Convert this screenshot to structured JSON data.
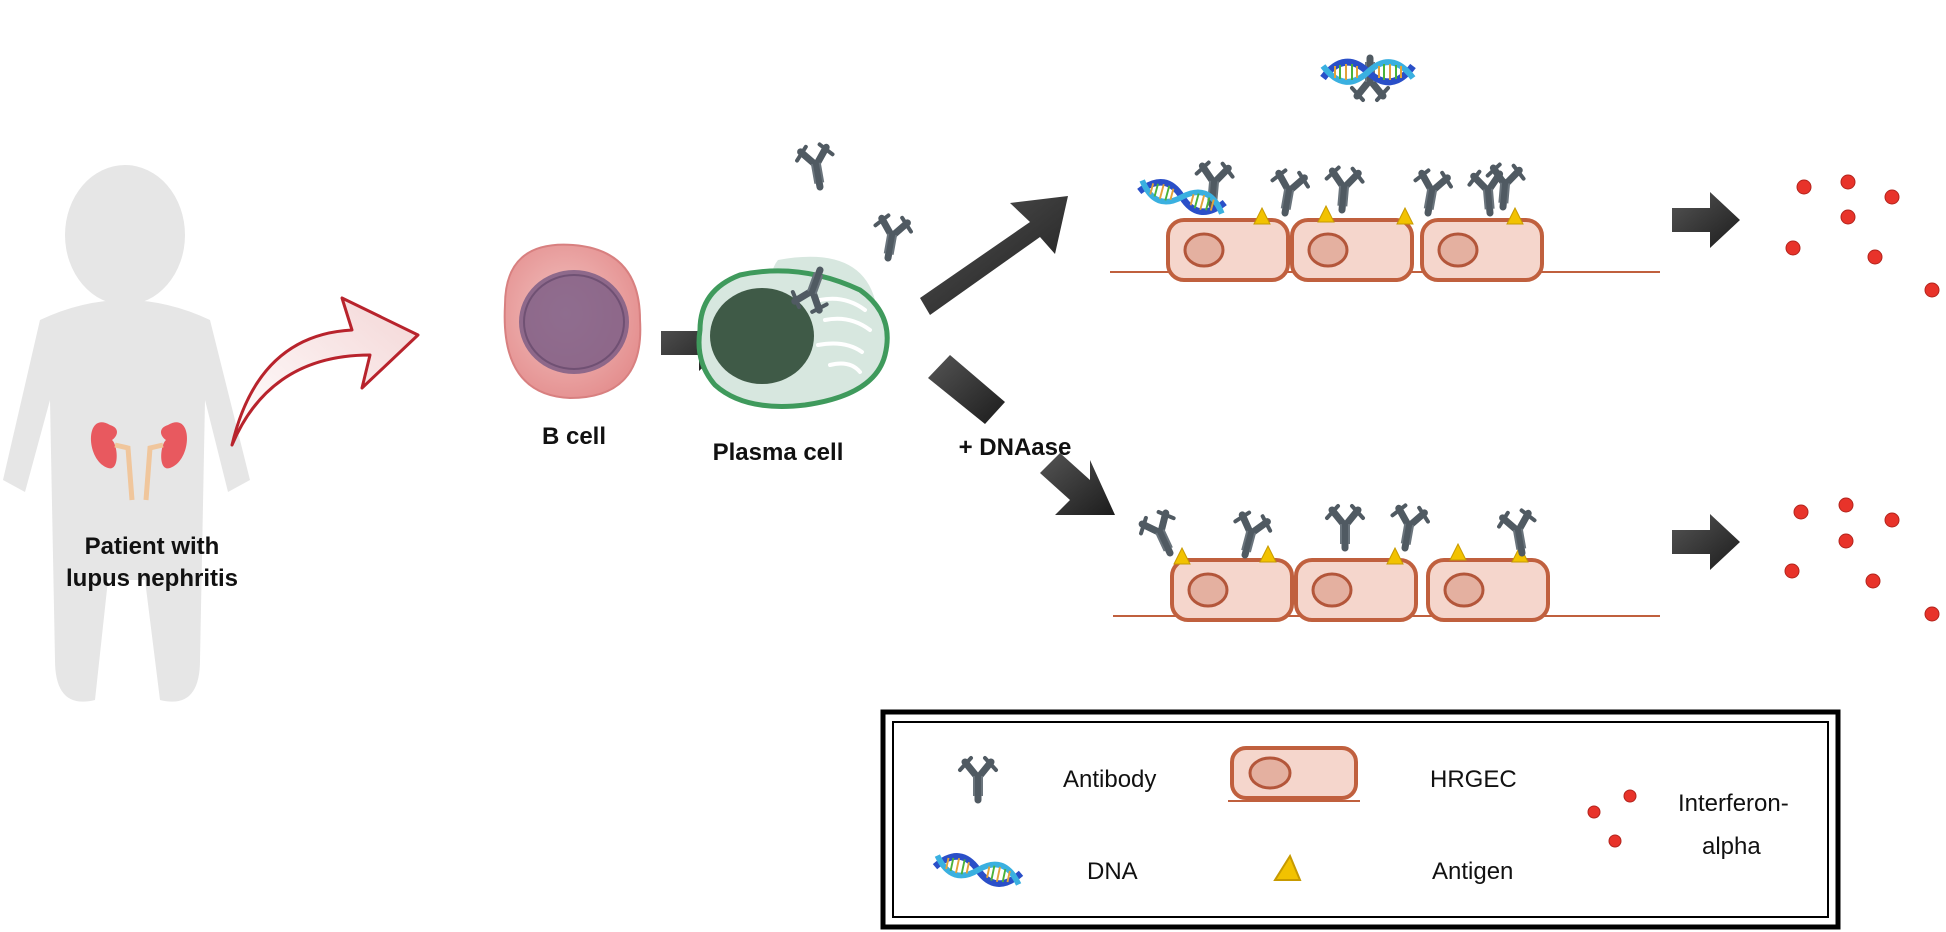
{
  "labels": {
    "patient_line1": "Patient with",
    "patient_line2": "lupus nephritis",
    "b_cell": "B cell",
    "plasma_cell": "Plasma cell",
    "dnaase": "+ DNAase"
  },
  "legend": {
    "antibody": "Antibody",
    "hrgec": "HRGEC",
    "interferon_line1": "Interferon-",
    "interferon_line2": "alpha",
    "dna": "DNA",
    "antigen": "Antigen"
  },
  "colors": {
    "silhouette": "#e6e6e6",
    "kidney": "#e8595f",
    "b_cell": "#e8a3a3",
    "b_nucleus": "#7e5e86",
    "plasma_fill": "#d7e7df",
    "plasma_border": "#3f9a5c",
    "plasma_nucleus": "#2f4a36",
    "antibody": "#505a62",
    "hrgec_fill": "#f5d6cc",
    "hrgec_border": "#c0603e",
    "antigen": "#f2c200",
    "interferon": "#e8332a",
    "arrow": "#333333",
    "outline_arrow": "#b8232c",
    "dna_blue": "#2a4fc8",
    "dna_light": "#3ab0e0"
  }
}
